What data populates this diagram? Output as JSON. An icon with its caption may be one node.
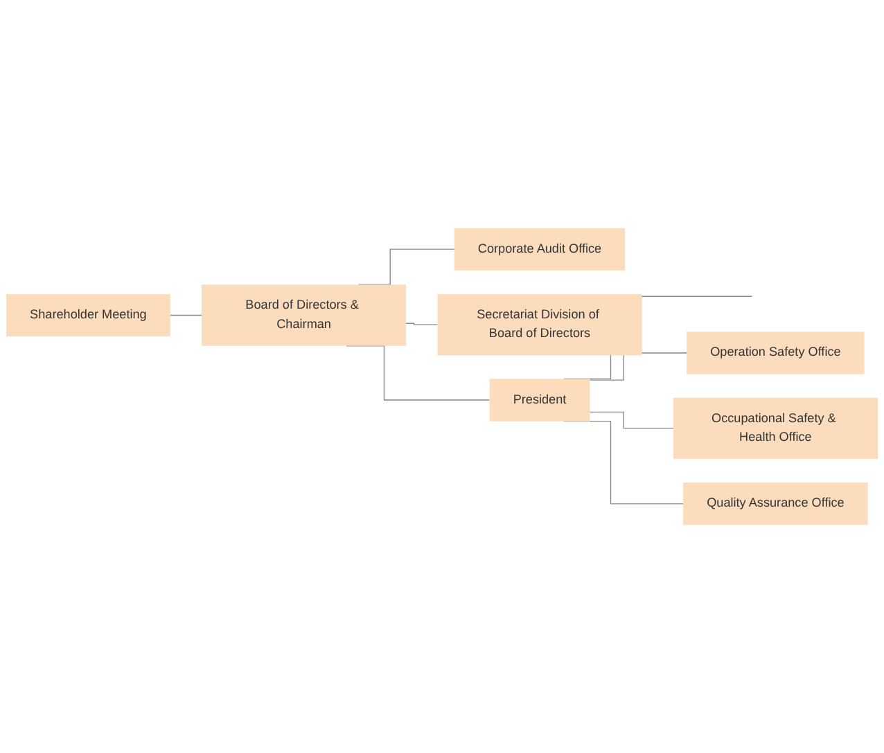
{
  "diagram": {
    "nodes": [
      {
        "text": [
          "Shareholder Meeting"
        ]
      },
      {
        "text": [
          "Board of Directors & Chairman"
        ]
      },
      {
        "text": [
          "Corporate Audit Office"
        ]
      },
      {
        "text": [
          "Secretariat Division of Board of Directors"
        ]
      },
      {
        "text": [
          "President"
        ]
      },
      {
        "text": [
          "Operation Safety Office"
        ]
      },
      {
        "text": [
          "Occupational Safety & Health Office"
        ]
      },
      {
        "text": [
          "Quality Assurance Office"
        ]
      }
    ],
    "edges": [
      {
        "from": 0,
        "to": 1,
        "arrow": "none"
      },
      {
        "from": 1,
        "to": 2,
        "arrow": "none"
      },
      {
        "from": 1,
        "to": 3,
        "arrow": "none"
      },
      {
        "from": 1,
        "to": 4,
        "arrow": "none"
      },
      {
        "from": 4,
        "to": null,
        "arrow": "none"
      },
      {
        "from": 4,
        "to": 5,
        "arrow": "none"
      },
      {
        "from": 4,
        "to": 6,
        "arrow": "none"
      },
      {
        "from": 4,
        "to": 7,
        "arrow": "none"
      }
    ]
  }
}
